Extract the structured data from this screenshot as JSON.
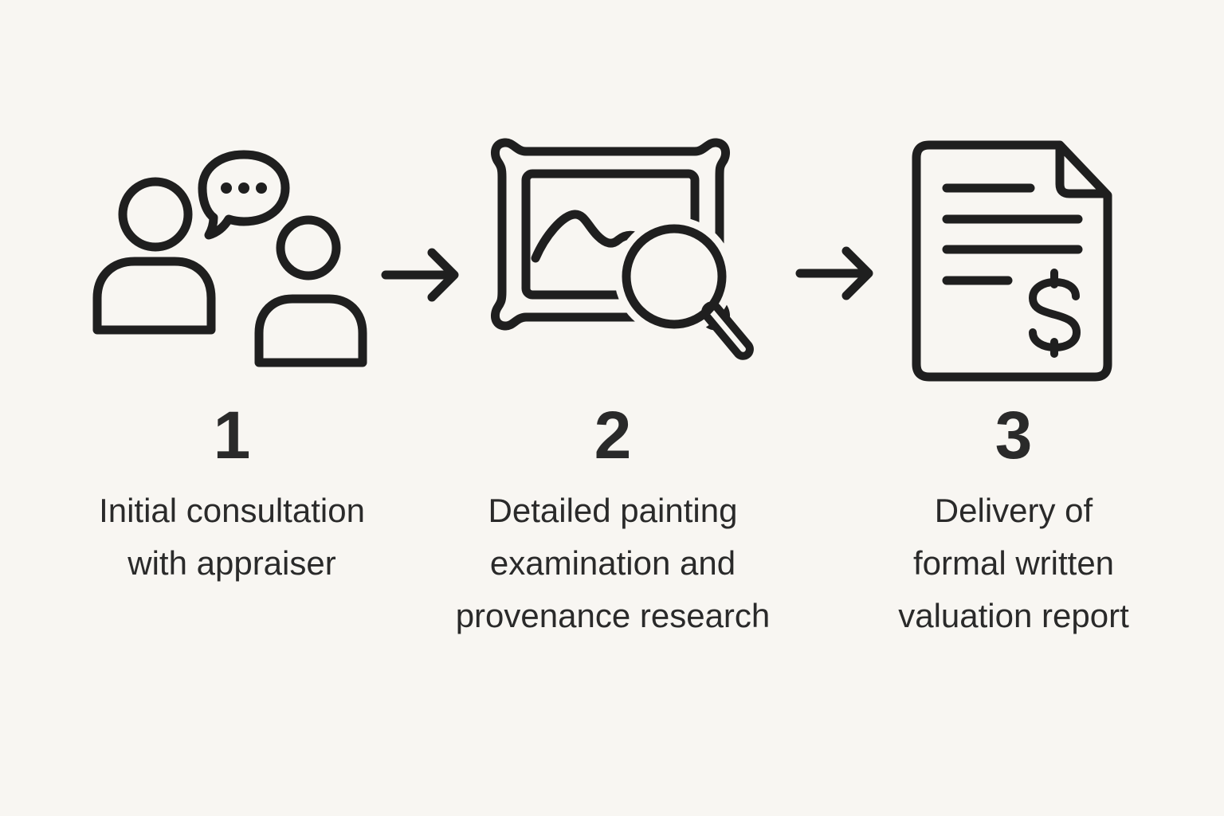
{
  "page": {
    "background_color": "#f8f6f2",
    "icon_stroke_color": "#1f1f1f",
    "text_color": "#2a2a2a"
  },
  "steps": [
    {
      "number": "1",
      "icon": "people-chat-icon",
      "lines": [
        "Initial consultation",
        "with appraiser"
      ]
    },
    {
      "number": "2",
      "icon": "painting-magnifier-icon",
      "lines": [
        "Detailed painting",
        "examination and",
        "provenance research"
      ]
    },
    {
      "number": "3",
      "icon": "valuation-document-dollar-icon",
      "lines": [
        "Delivery of",
        "formal written",
        "valuation report"
      ]
    }
  ],
  "arrows": [
    {
      "glyph": "right-arrow"
    },
    {
      "glyph": "right-arrow"
    }
  ]
}
